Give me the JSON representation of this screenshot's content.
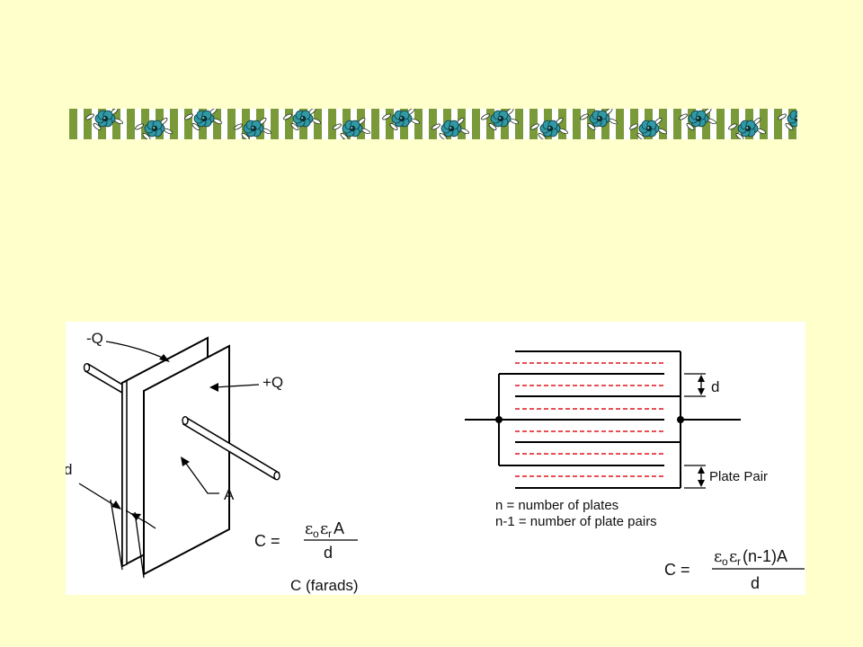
{
  "colors": {
    "background": "#ffffcc",
    "banner_stripe_green": "#7a9a3a",
    "banner_stripe_light": "#ffffff",
    "flower_teal": "#2f9aa6",
    "dielectric_red": "#e0161b"
  },
  "left_diagram": {
    "label_neg_q": "-Q",
    "label_pos_q": "+Q",
    "label_d": "d",
    "label_a": "A",
    "formula": {
      "lhs": "C =",
      "eps": "ε",
      "sub_o": "o",
      "sub_r": "r",
      "var_a": "A",
      "denominator": "d"
    },
    "units": "C  (farads)"
  },
  "right_diagram": {
    "label_d": "d",
    "label_plate_pair": "Plate Pair",
    "legend_n": "n = number of plates",
    "legend_n1": "n-1 = number of plate pairs",
    "formula": {
      "lhs": "C =",
      "eps": "ε",
      "sub_o": "o",
      "sub_r": "r",
      "rest": "(n-1)A",
      "denominator": "d"
    }
  }
}
